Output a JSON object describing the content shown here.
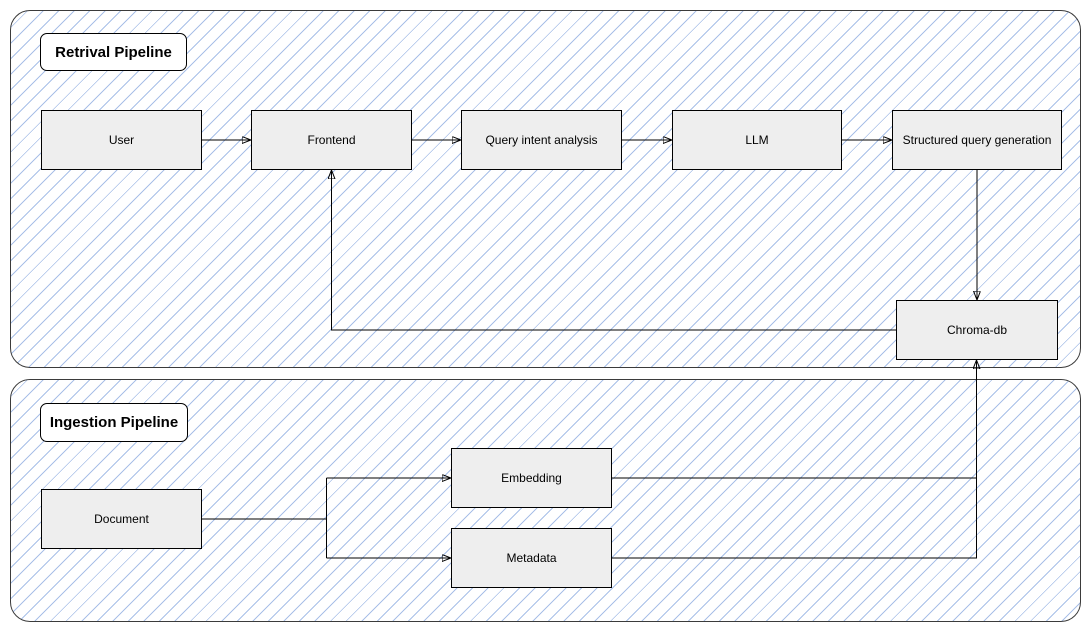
{
  "diagram": {
    "retrieval": {
      "title": "Retrival Pipeline",
      "nodes": {
        "user": {
          "label": "User"
        },
        "frontend": {
          "label": "Frontend"
        },
        "query_intent": {
          "label": "Query intent analysis"
        },
        "llm": {
          "label": "LLM"
        },
        "structured_query": {
          "label": "Structured query generation"
        },
        "chroma_db": {
          "label": "Chroma-db"
        }
      }
    },
    "ingestion": {
      "title": "Ingestion Pipeline",
      "nodes": {
        "document": {
          "label": "Document"
        },
        "embedding": {
          "label": "Embedding"
        },
        "metadata": {
          "label": "Metadata"
        }
      }
    },
    "colors": {
      "hatch_line": "#a9c0e8",
      "node_fill": "#eeeeee",
      "node_border": "#000000",
      "container_border": "#3b3b3b",
      "label_fill": "#ffffff",
      "connector": "#000000"
    }
  }
}
